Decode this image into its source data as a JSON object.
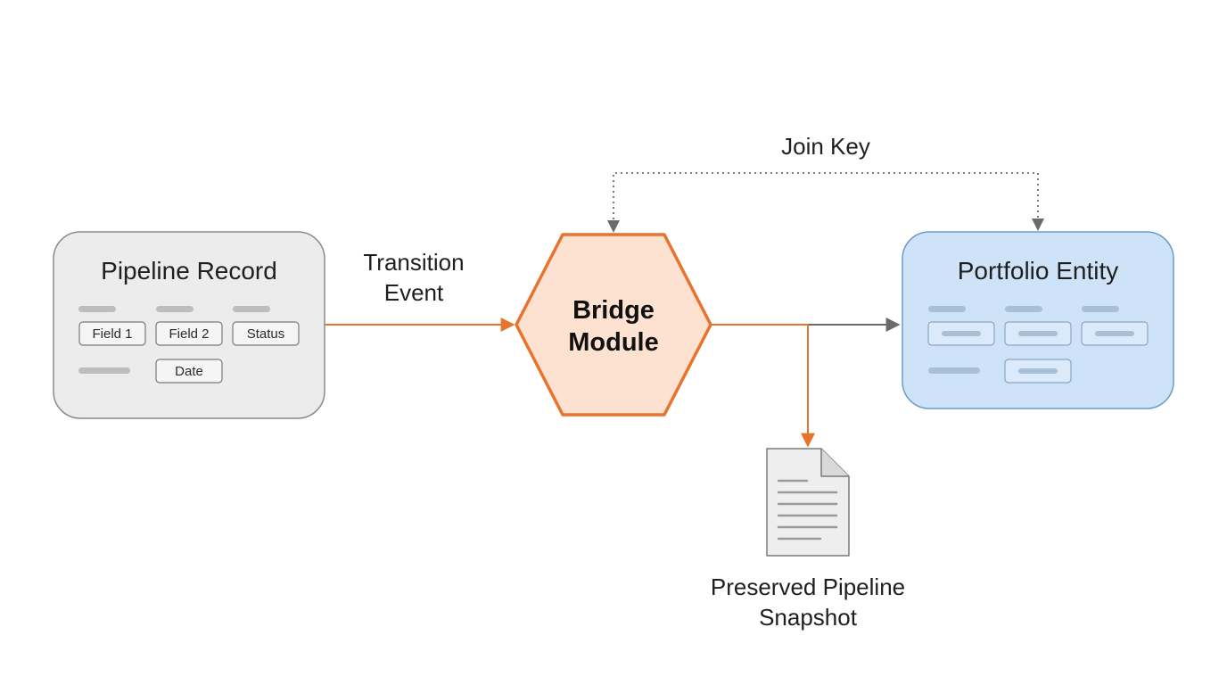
{
  "nodes": {
    "pipeline_record": {
      "title": "Pipeline Record",
      "fields": [
        "Field 1",
        "Field 2",
        "Status",
        "Date"
      ]
    },
    "bridge_module": {
      "line1": "Bridge",
      "line2": "Module"
    },
    "portfolio_entity": {
      "title": "Portfolio Entity"
    },
    "snapshot": {
      "line1": "Preserved Pipeline",
      "line2": "Snapshot"
    }
  },
  "edges": {
    "transition_event": {
      "line1": "Transition",
      "line2": "Event"
    },
    "join_key": {
      "label": "Join Key"
    }
  },
  "colors": {
    "orange": "#e8732d",
    "orange_fill": "#fde2d2",
    "gray_box": "#ececec",
    "gray_border": "#8a8a8a",
    "blue_box": "#cfe3f8",
    "blue_border": "#6a9cc9",
    "arrow_gray": "#6b6b6b"
  }
}
